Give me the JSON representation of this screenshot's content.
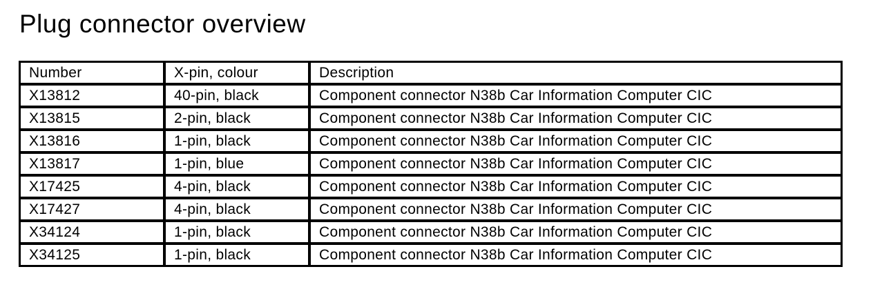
{
  "page": {
    "title": "Plug connector overview"
  },
  "colors": {
    "text": "#000000",
    "background": "#ffffff",
    "border": "#000000"
  },
  "table": {
    "columns": [
      {
        "key": "number",
        "label": "Number"
      },
      {
        "key": "pin_colour",
        "label": "X-pin, colour"
      },
      {
        "key": "description",
        "label": "Description"
      }
    ],
    "rows": [
      [
        "X13812",
        "40-pin, black",
        "Component connector N38b Car Information Computer CIC"
      ],
      [
        "X13815",
        "2-pin, black",
        "Component connector N38b Car Information Computer CIC"
      ],
      [
        "X13816",
        "1-pin, black",
        "Component connector N38b Car Information Computer CIC"
      ],
      [
        "X13817",
        "1-pin, blue",
        "Component connector N38b Car Information Computer CIC"
      ],
      [
        "X17425",
        "4-pin, black",
        "Component connector N38b Car Information Computer CIC"
      ],
      [
        "X17427",
        "4-pin, black",
        "Component connector N38b Car Information Computer CIC"
      ],
      [
        "X34124",
        "1-pin, black",
        "Component connector N38b Car Information Computer CIC"
      ],
      [
        "X34125",
        "1-pin, black",
        "Component connector N38b Car Information Computer CIC"
      ]
    ]
  }
}
